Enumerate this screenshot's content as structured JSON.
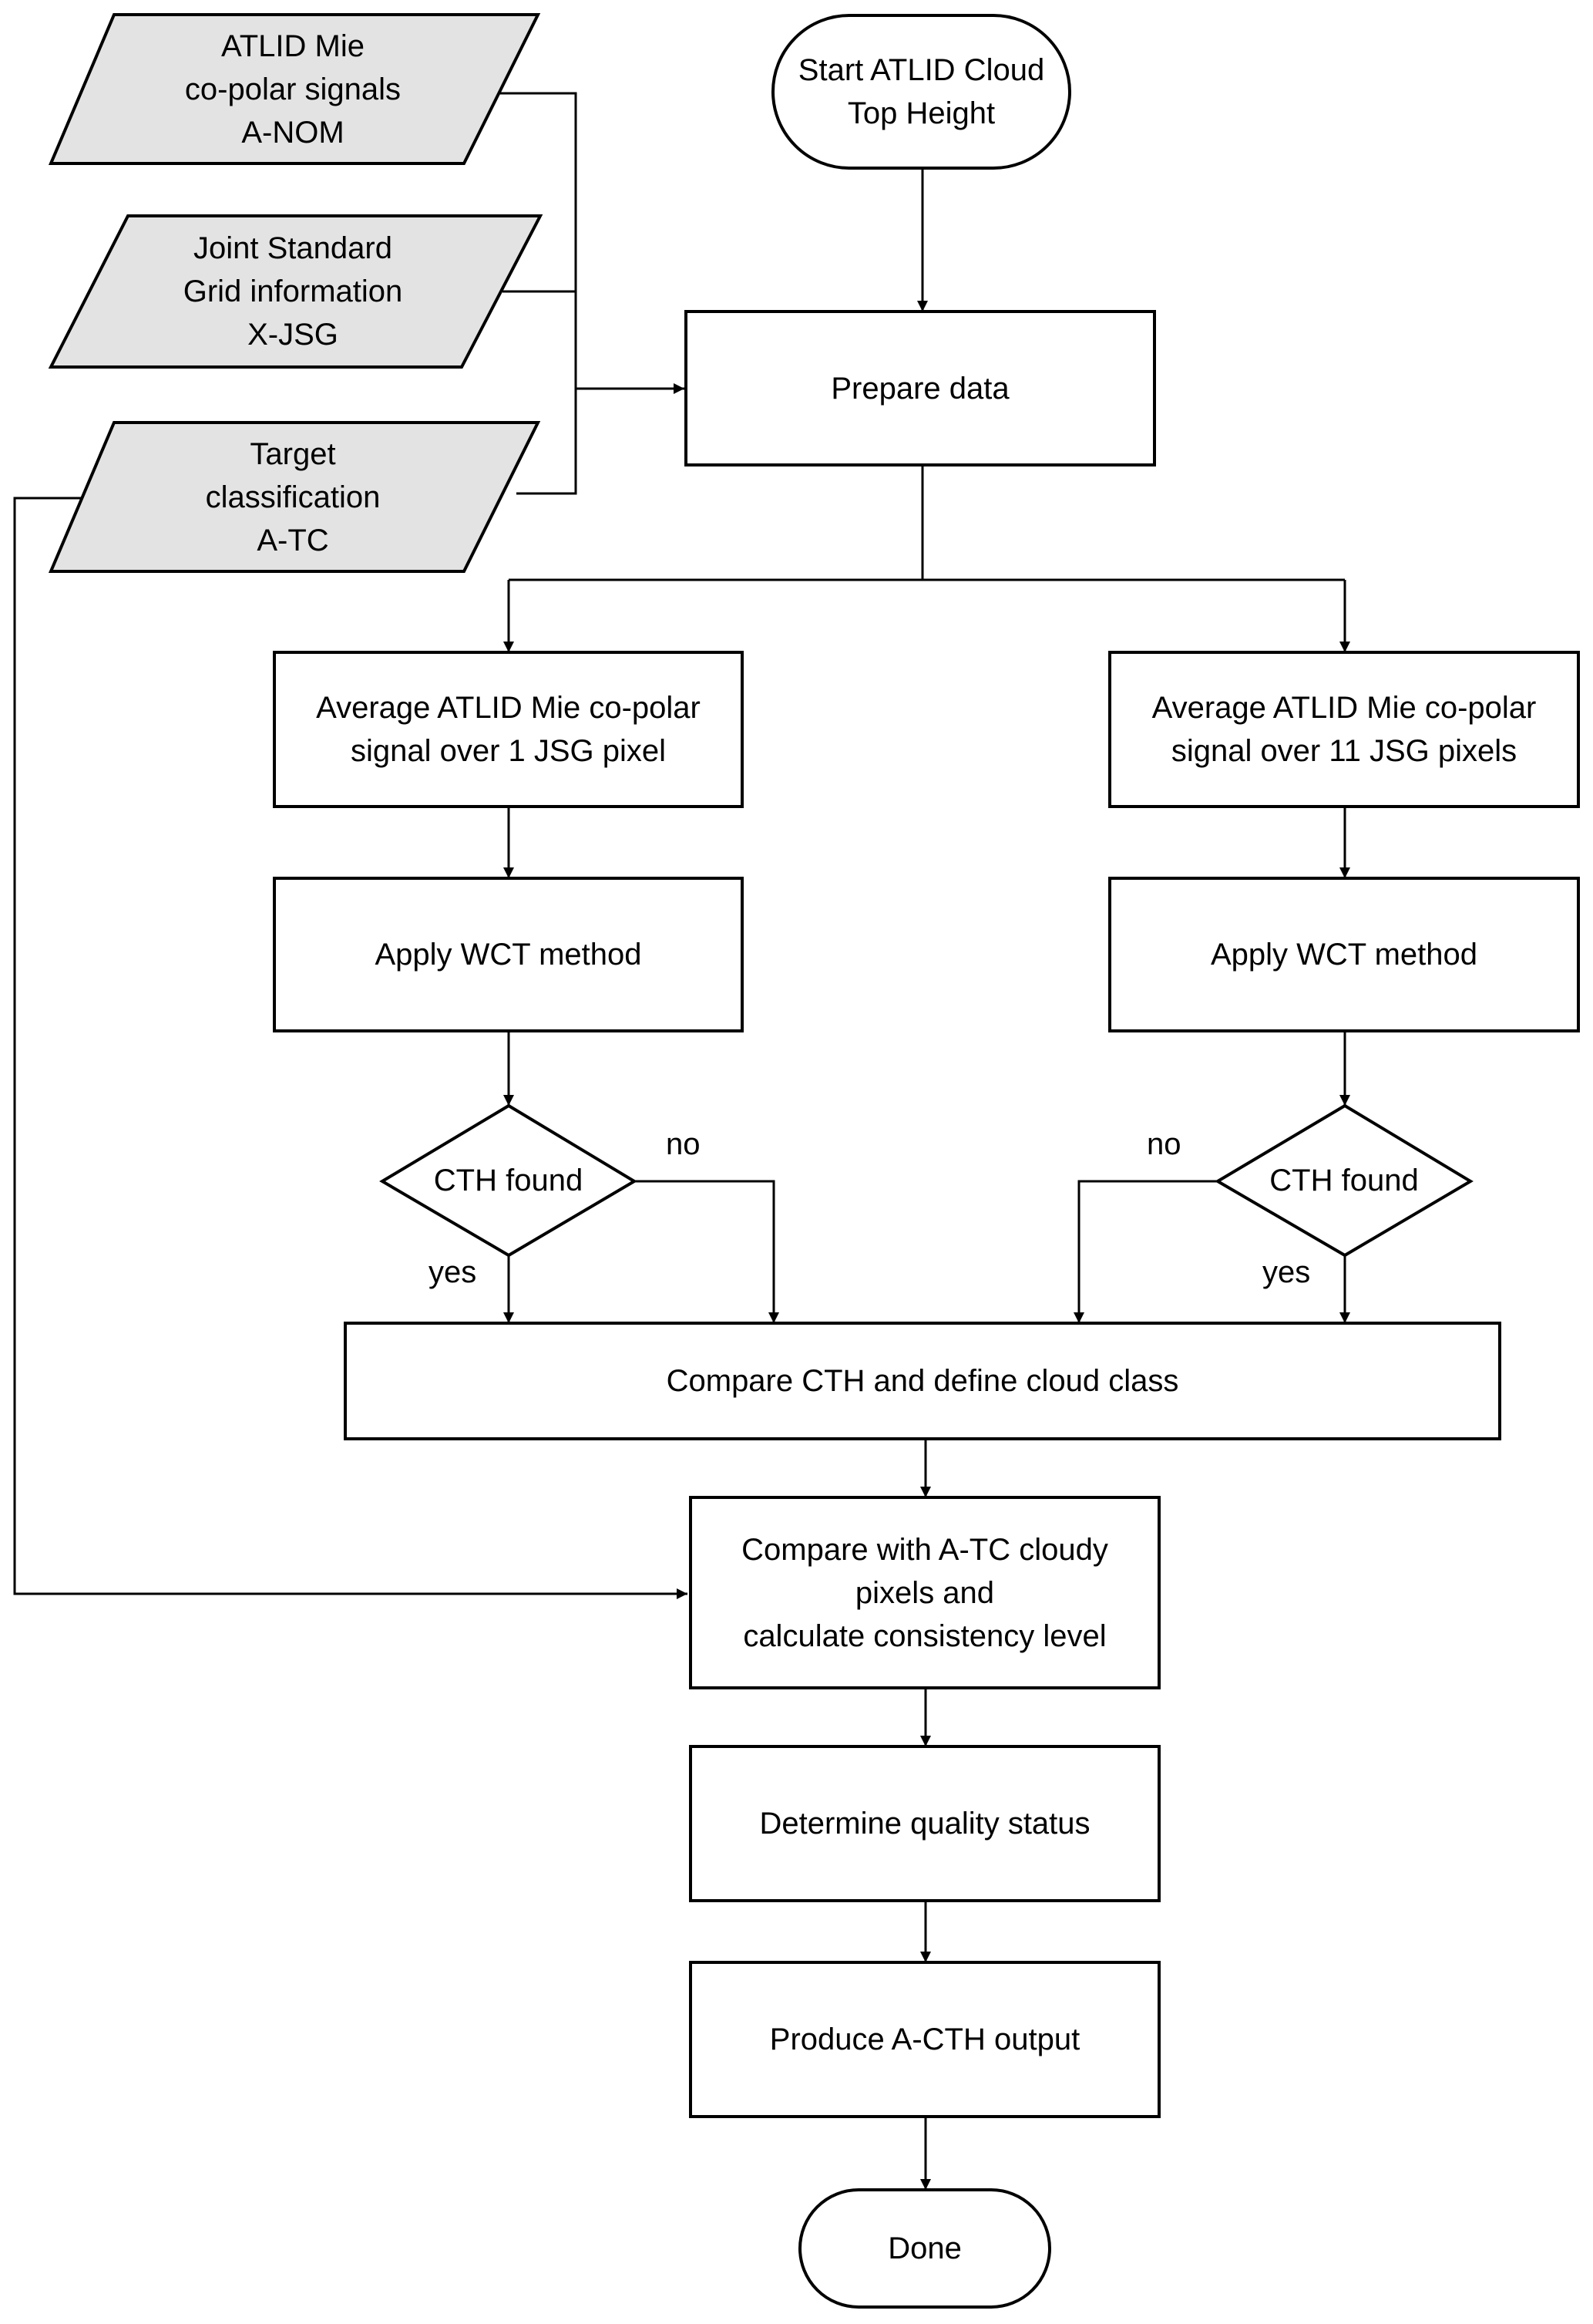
{
  "diagram": {
    "inputs": {
      "atlid": [
        "ATLID Mie",
        "co-polar signals",
        "A-NOM"
      ],
      "jsg": [
        "Joint Standard",
        "Grid information",
        "X-JSG"
      ],
      "atc": [
        "Target",
        "classification",
        "A-TC"
      ]
    },
    "start": [
      "Start ATLID Cloud",
      "Top Height"
    ],
    "prepare": [
      "Prepare data"
    ],
    "avg_left": [
      "Average ATLID Mie co-polar",
      "signal over 1 JSG pixel"
    ],
    "avg_right": [
      "Average ATLID Mie co-polar",
      "signal over 11 JSG pixels"
    ],
    "wct_left": [
      "Apply WCT method"
    ],
    "wct_right": [
      "Apply WCT method"
    ],
    "cth_left": [
      "CTH found"
    ],
    "cth_right": [
      "CTH found"
    ],
    "compare_cth": [
      "Compare CTH and define cloud class"
    ],
    "compare_atc": [
      "Compare with A-TC cloudy",
      "pixels and",
      "calculate consistency level"
    ],
    "quality": [
      "Determine quality status"
    ],
    "produce": [
      "Produce A-CTH output"
    ],
    "done": [
      "Done"
    ],
    "edge_labels": {
      "no_left": "no",
      "yes_left": "yes",
      "no_right": "no",
      "yes_right": "yes"
    }
  },
  "colors": {
    "input_fill": "#e3e3e3",
    "process_fill": "#ffffff",
    "stroke": "#000000"
  }
}
